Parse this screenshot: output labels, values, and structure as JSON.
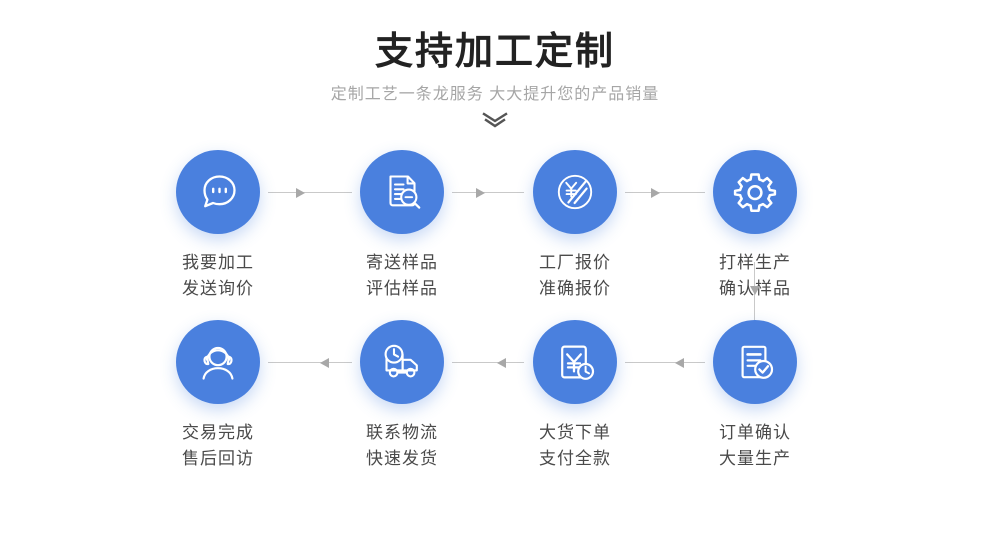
{
  "header": {
    "title": "支持加工定制",
    "subtitle": "定制工艺一条龙服务  大大提升您的产品销量",
    "chevron_icon": "double-chevron-down-icon"
  },
  "theme": {
    "circle_blue": "#4a80de",
    "title_color": "#222222",
    "subtitle_color": "#a6a6a6",
    "label_color": "#4a4a4a",
    "connector_color": "#c9c9c9",
    "arrow_color": "#a8a8a8",
    "background": "#ffffff"
  },
  "flow": {
    "row1": {
      "direction": "left-to-right",
      "steps": [
        {
          "icon": "chat-bubble-dots-icon",
          "line1": "我要加工",
          "line2": "发送询价"
        },
        {
          "icon": "document-magnifier-icon",
          "line1": "寄送样品",
          "line2": "评估样品"
        },
        {
          "icon": "yuan-discount-circle-icon",
          "line1": "工厂报价",
          "line2": "准确报价"
        },
        {
          "icon": "gear-icon",
          "line1": "打样生产",
          "line2": "确认样品"
        }
      ]
    },
    "row2": {
      "direction": "right-to-left",
      "steps": [
        {
          "icon": "headset-support-icon",
          "line1": "交易完成",
          "line2": "售后回访"
        },
        {
          "icon": "delivery-truck-clock-icon",
          "line1": "联系物流",
          "line2": "快速发货"
        },
        {
          "icon": "yuan-invoice-clock-icon",
          "line1": "大货下单",
          "line2": "支付全款"
        },
        {
          "icon": "document-check-icon",
          "line1": "订单确认",
          "line2": "大量生产"
        }
      ]
    },
    "row_link": {
      "icon": "arrow-down-icon",
      "from": "打样生产确认样品",
      "to": "订单确认大量生产"
    }
  }
}
